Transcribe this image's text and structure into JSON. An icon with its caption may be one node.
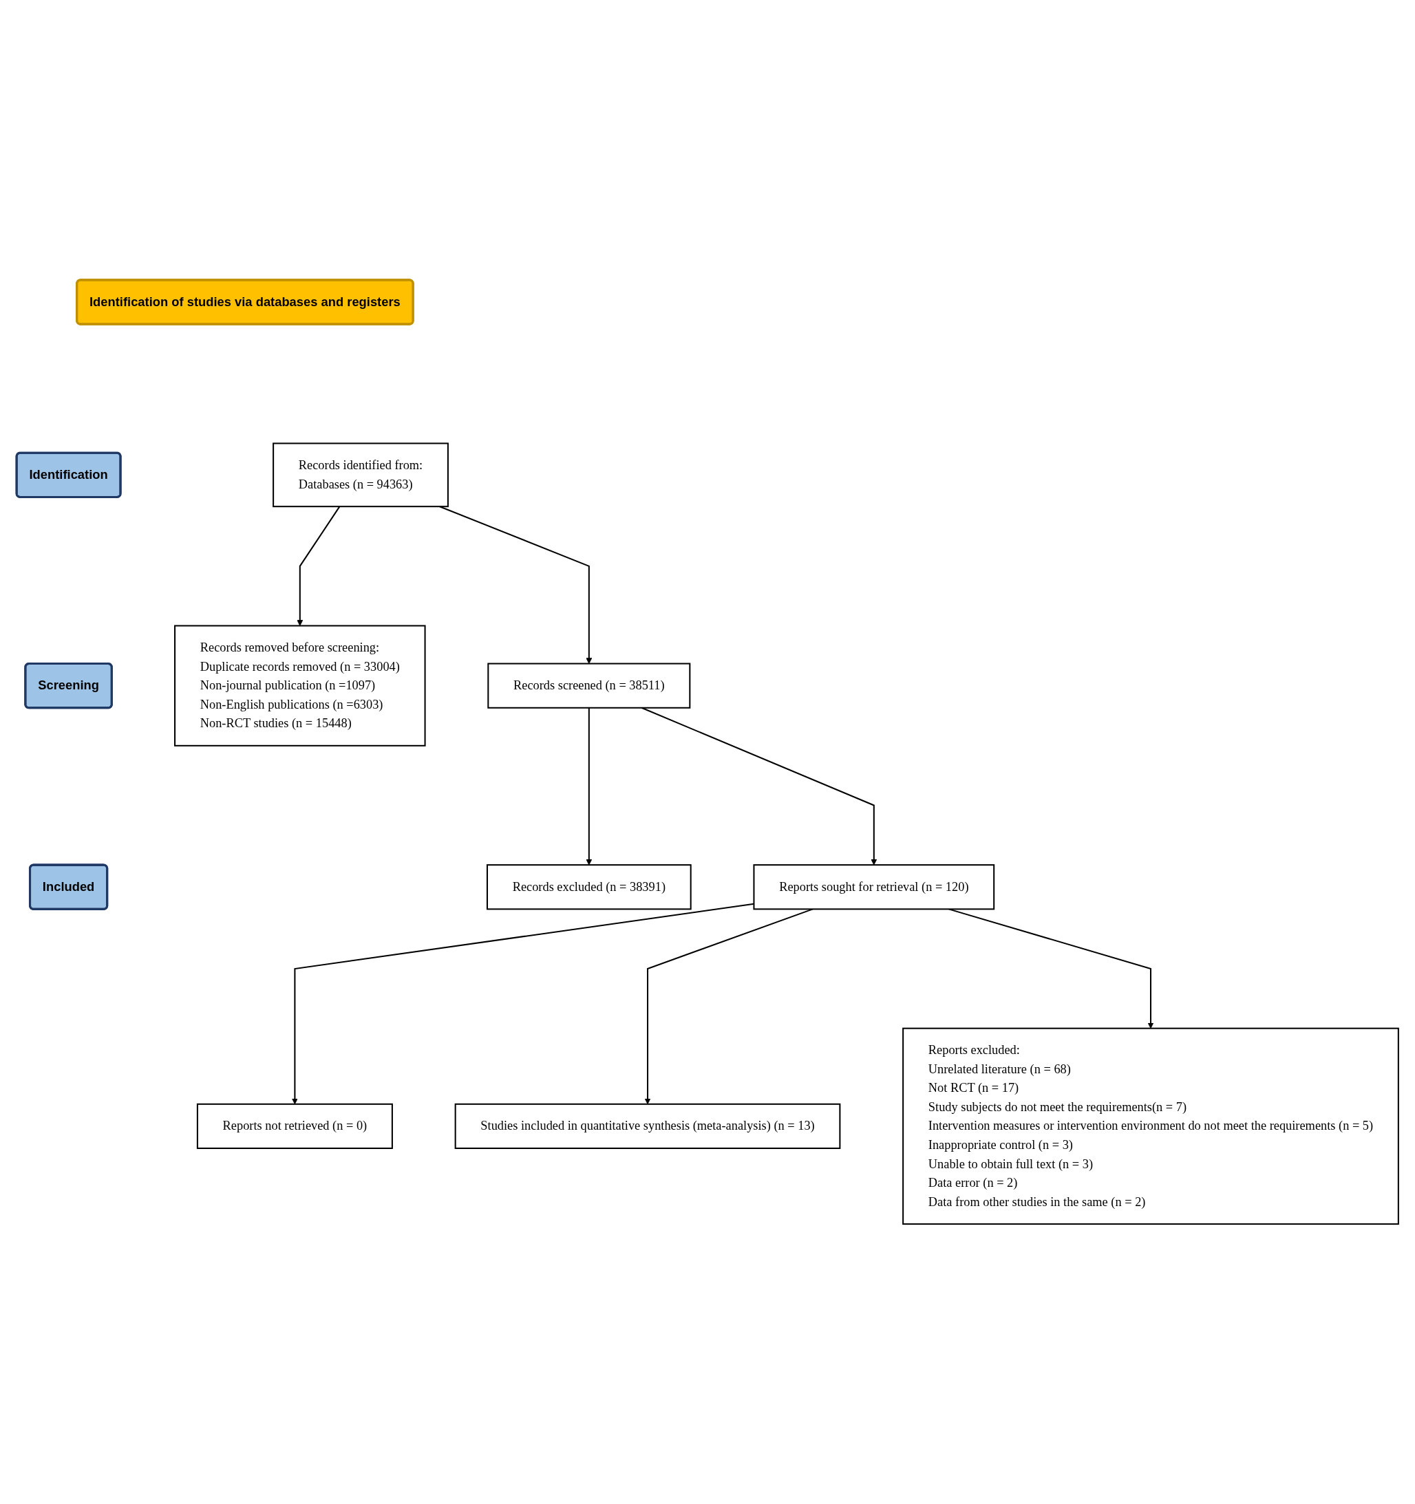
{
  "diagram": {
    "nodes": [
      {
        "text": [
          "Identification of studies via databases and registers"
        ]
      },
      {
        "text": [
          "Identification"
        ]
      },
      {
        "text": [
          "Records identified from:",
          "Databases (n = 94363)"
        ]
      },
      {
        "text": [
          "Records removed before screening:",
          "Duplicate records removed (n = 33004)",
          "Non-journal publication (n =1097)",
          "Non-English publications (n =6303)",
          "Non-RCT studies (n = 15448)"
        ]
      },
      {
        "text": [
          "Screening"
        ]
      },
      {
        "text": [
          "Records screened (n = 38511)"
        ]
      },
      {
        "text": [
          "Records excluded (n = 38391)"
        ]
      },
      {
        "text": [
          "Reports sought for retrieval (n = 120)"
        ]
      },
      {
        "text": [
          "Reports not retrieved (n = 0)"
        ]
      },
      {
        "text": [
          "Reports excluded:",
          "Unrelated literature (n = 68)",
          "Not RCT (n = 17)",
          "Study subjects do not meet the requirements(n = 7)",
          "Intervention measures or intervention environment do not meet the requirements (n = 5)",
          "Inappropriate control (n = 3)",
          "Unable to obtain full text (n = 3)",
          "Data error (n = 2)",
          "Data from other studies in the same (n = 2)"
        ]
      },
      {
        "text": [
          "Included"
        ]
      },
      {
        "text": [
          "Studies included in quantitative synthesis (meta-analysis) (n = 13)"
        ]
      }
    ],
    "edges": [
      {
        "from": 2,
        "to": 5,
        "arrow": "to"
      },
      {
        "from": 2,
        "to": 3,
        "arrow": "to"
      },
      {
        "from": 5,
        "to": 7,
        "arrow": "to"
      },
      {
        "from": 5,
        "to": 6,
        "arrow": "to"
      },
      {
        "from": 7,
        "to": 8,
        "arrow": "to"
      },
      {
        "from": 7,
        "to": 11,
        "arrow": "to"
      },
      {
        "from": 7,
        "to": 9,
        "arrow": "to"
      }
    ]
  }
}
